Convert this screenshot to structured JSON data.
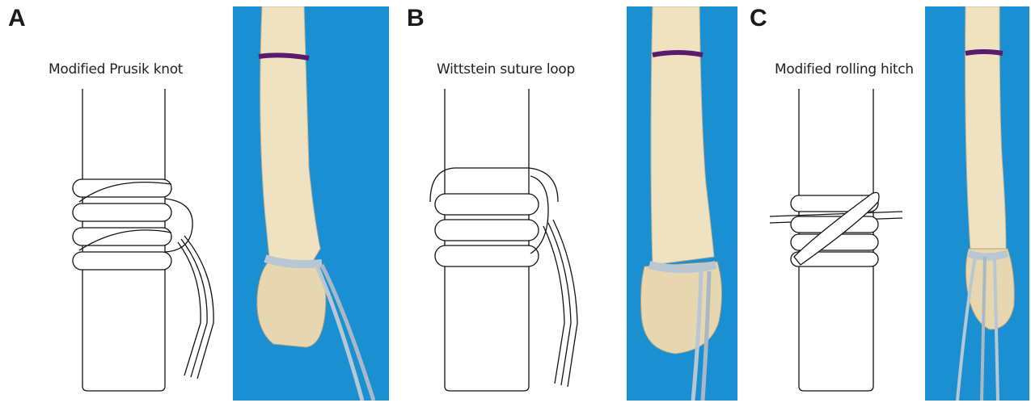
{
  "panels": [
    {
      "letter": "A",
      "title": "Modified Prusik knot"
    },
    {
      "letter": "B",
      "title": "Wittstein suture loop"
    },
    {
      "letter": "C",
      "title": "Modified rolling hitch"
    }
  ],
  "colors": {
    "photo_background": "#1a8fd2",
    "tendon": "#eee2c0",
    "tendon_shadow": "#c8b48e",
    "marker_ink": "#5a1a6e",
    "suture": "#b9c7d2",
    "line": "#111111"
  }
}
